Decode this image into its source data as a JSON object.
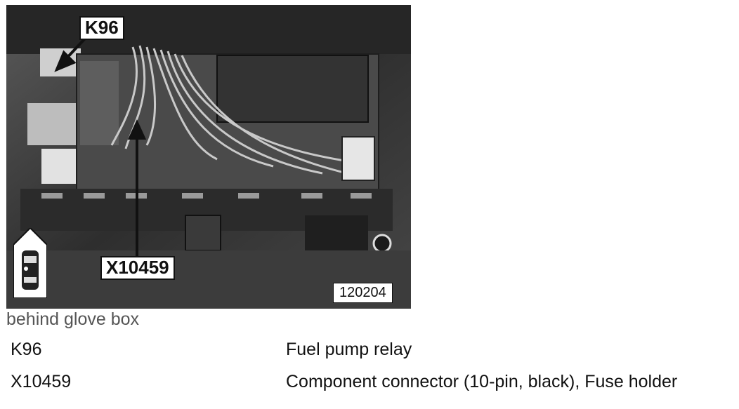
{
  "figure": {
    "callouts": {
      "k96": "K96",
      "x10459": "X10459"
    },
    "figure_number": "120204",
    "icon": "car-top-view-icon"
  },
  "caption": "behind glove box",
  "legend": [
    {
      "code": "K96",
      "description": "Fuel pump relay"
    },
    {
      "code": "X10459",
      "description": "Component connector (10-pin, black), Fuse holder"
    }
  ]
}
